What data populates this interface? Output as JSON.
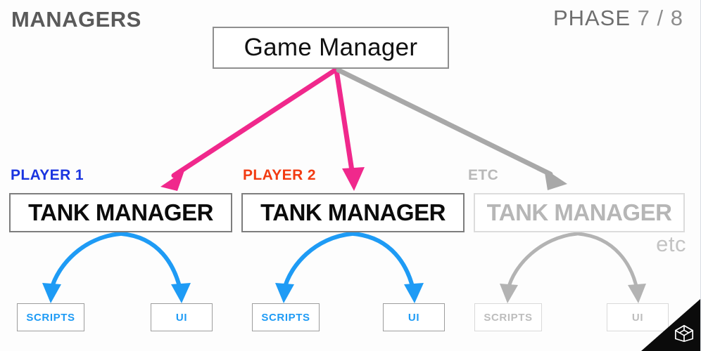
{
  "slide": {
    "title": "MANAGERS",
    "phase_label": "PHASE",
    "phase_value": "7 / 8"
  },
  "root": {
    "label": "Game Manager"
  },
  "columns": [
    {
      "group_label": "PLAYER 1",
      "group_color": "#1a34e0",
      "manager_label": "TANK MANAGER",
      "children": [
        {
          "label": "SCRIPTS"
        },
        {
          "label": "UI"
        }
      ]
    },
    {
      "group_label": "PLAYER 2",
      "group_color": "#f23b12",
      "manager_label": "TANK MANAGER",
      "children": [
        {
          "label": "SCRIPTS"
        },
        {
          "label": "UI"
        }
      ]
    },
    {
      "group_label": "ETC",
      "group_color": "#b9b9b9",
      "manager_label": "TANK MANAGER",
      "children": [
        {
          "label": "SCRIPTS"
        },
        {
          "label": "UI"
        }
      ]
    }
  ],
  "etc_note": "etc",
  "colors": {
    "pink_arrow": "#f0288c",
    "gray_arrow": "#a8a8a8",
    "blue_arrow": "#1e9bf5",
    "blue_text": "#1e9bf5",
    "muted": "#bdbdbd",
    "box_border": "#8f8f8f"
  },
  "logo": {
    "name": "unity-logo",
    "glyph": "unity-cube"
  }
}
